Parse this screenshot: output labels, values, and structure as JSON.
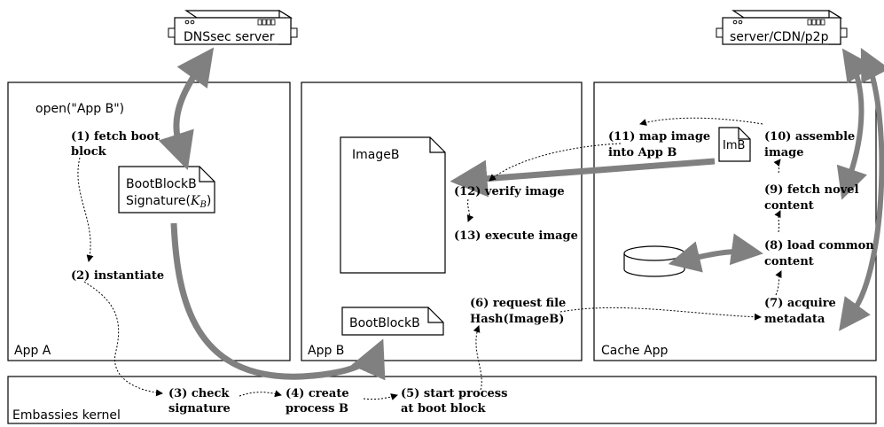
{
  "servers": {
    "dnssec": {
      "label": "DNSsec server"
    },
    "cdn": {
      "label": "server/CDN/p2p"
    }
  },
  "apps": {
    "app_a": {
      "label": "App A",
      "call": "open(\"App B\")"
    },
    "app_b": {
      "label": "App B"
    },
    "cache": {
      "label": "Cache App"
    },
    "kernel": {
      "label": "Embassies kernel"
    }
  },
  "documents": {
    "bootblock_sig": {
      "line1": "BootBlockB",
      "line2": "Signature(",
      "key": "K",
      "key_sub": "B",
      "close": ")"
    },
    "image_b": {
      "label": "ImageB"
    },
    "bootblock_b": {
      "label": "BootBlockB"
    },
    "imb": {
      "label": "ImB"
    }
  },
  "steps": {
    "s1": {
      "line1": "(1) fetch boot",
      "line2": "block"
    },
    "s2": {
      "line1": "(2) instantiate"
    },
    "s3": {
      "line1": "(3) check",
      "line2": "signature"
    },
    "s4": {
      "line1": "(4) create",
      "line2": "process B"
    },
    "s5": {
      "line1": "(5) start process",
      "line2": "at boot block"
    },
    "s6": {
      "line1": "(6) request file",
      "line2": "Hash(ImageB)"
    },
    "s7": {
      "line1": "(7) acquire",
      "line2": "metadata"
    },
    "s8": {
      "line1": "(8) load common",
      "line2": "content"
    },
    "s9": {
      "line1": "(9) fetch novel",
      "line2": "content"
    },
    "s10": {
      "line1": "(10) assemble",
      "line2": "image"
    },
    "s11": {
      "line1": "(11) map image",
      "line2": "into App B"
    },
    "s12": {
      "line1": "(12) verify image"
    },
    "s13": {
      "line1": "(13) execute image"
    }
  },
  "colors": {
    "thick_arrow": "#808080",
    "line": "#000000"
  }
}
